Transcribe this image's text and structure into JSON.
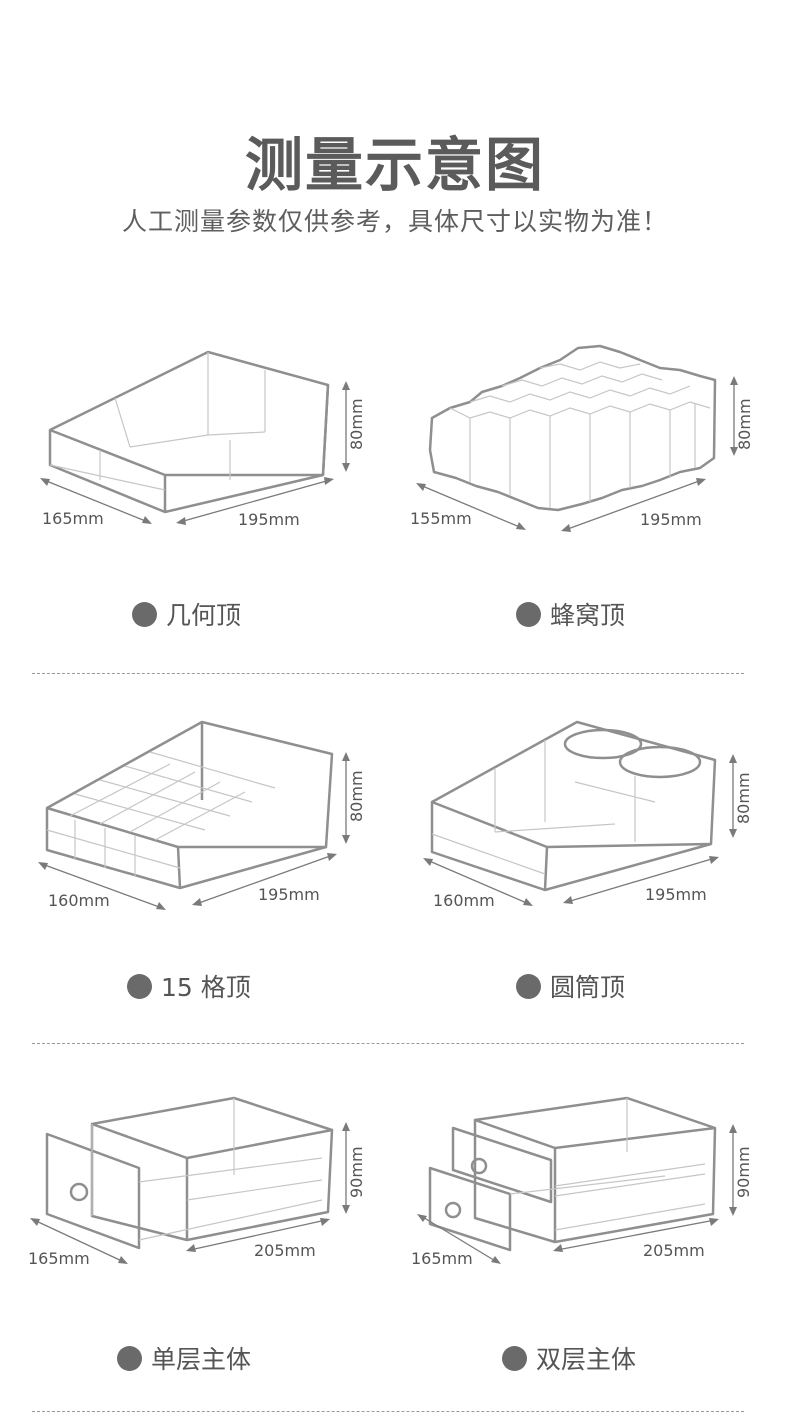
{
  "header": {
    "title": "测量示意图",
    "subtitle": "人工测量参数仅供参考，具体尺寸以实物为准！"
  },
  "items": [
    {
      "name": "几何顶",
      "depth": "165mm",
      "width": "195mm",
      "height": "80mm",
      "icon": "geometric-top-organizer"
    },
    {
      "name": "蜂窝顶",
      "depth": "155mm",
      "width": "195mm",
      "height": "80mm",
      "icon": "honeycomb-top-organizer"
    },
    {
      "name": "15 格顶",
      "depth": "160mm",
      "width": "195mm",
      "height": "80mm",
      "icon": "fifteen-grid-top-organizer"
    },
    {
      "name": "圆筒顶",
      "depth": "160mm",
      "width": "195mm",
      "height": "80mm",
      "icon": "cylinder-top-organizer"
    },
    {
      "name": "单层主体",
      "depth": "165mm",
      "width": "205mm",
      "height": "90mm",
      "icon": "single-drawer-body"
    },
    {
      "name": "双层主体",
      "depth": "165mm",
      "width": "205mm",
      "height": "90mm",
      "icon": "double-drawer-body"
    }
  ],
  "colors": {
    "text": "#5b5b5b",
    "bullet": "#6a6a6a",
    "outline": "#8f8f8f"
  }
}
